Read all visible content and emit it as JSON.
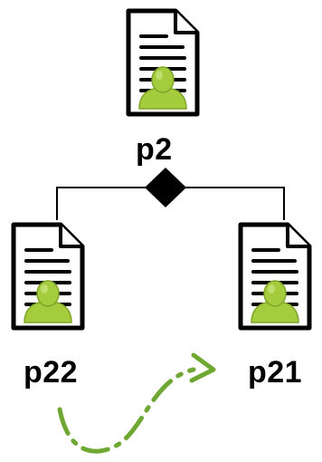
{
  "diagram": {
    "nodes": [
      {
        "id": "p2",
        "label": "p2",
        "icon": "profile-document-icon"
      },
      {
        "id": "p22",
        "label": "p22",
        "icon": "profile-document-icon"
      },
      {
        "id": "p21",
        "label": "p21",
        "icon": "profile-document-icon"
      }
    ],
    "edges": [
      {
        "from": "p2",
        "to": "p22",
        "style": "tree-branch"
      },
      {
        "from": "p2",
        "to": "p21",
        "style": "tree-branch"
      },
      {
        "from": "p22",
        "to": "p21",
        "style": "dash-dot-arrow"
      }
    ],
    "junction": {
      "shape": "diamond",
      "color": "#000000"
    },
    "colors": {
      "document_outline": "#000000",
      "document_fill": "#ffffff",
      "person_icon": "#a4cc3c",
      "person_icon_dark": "#7fa52a",
      "arrow": "#6ea832"
    }
  }
}
